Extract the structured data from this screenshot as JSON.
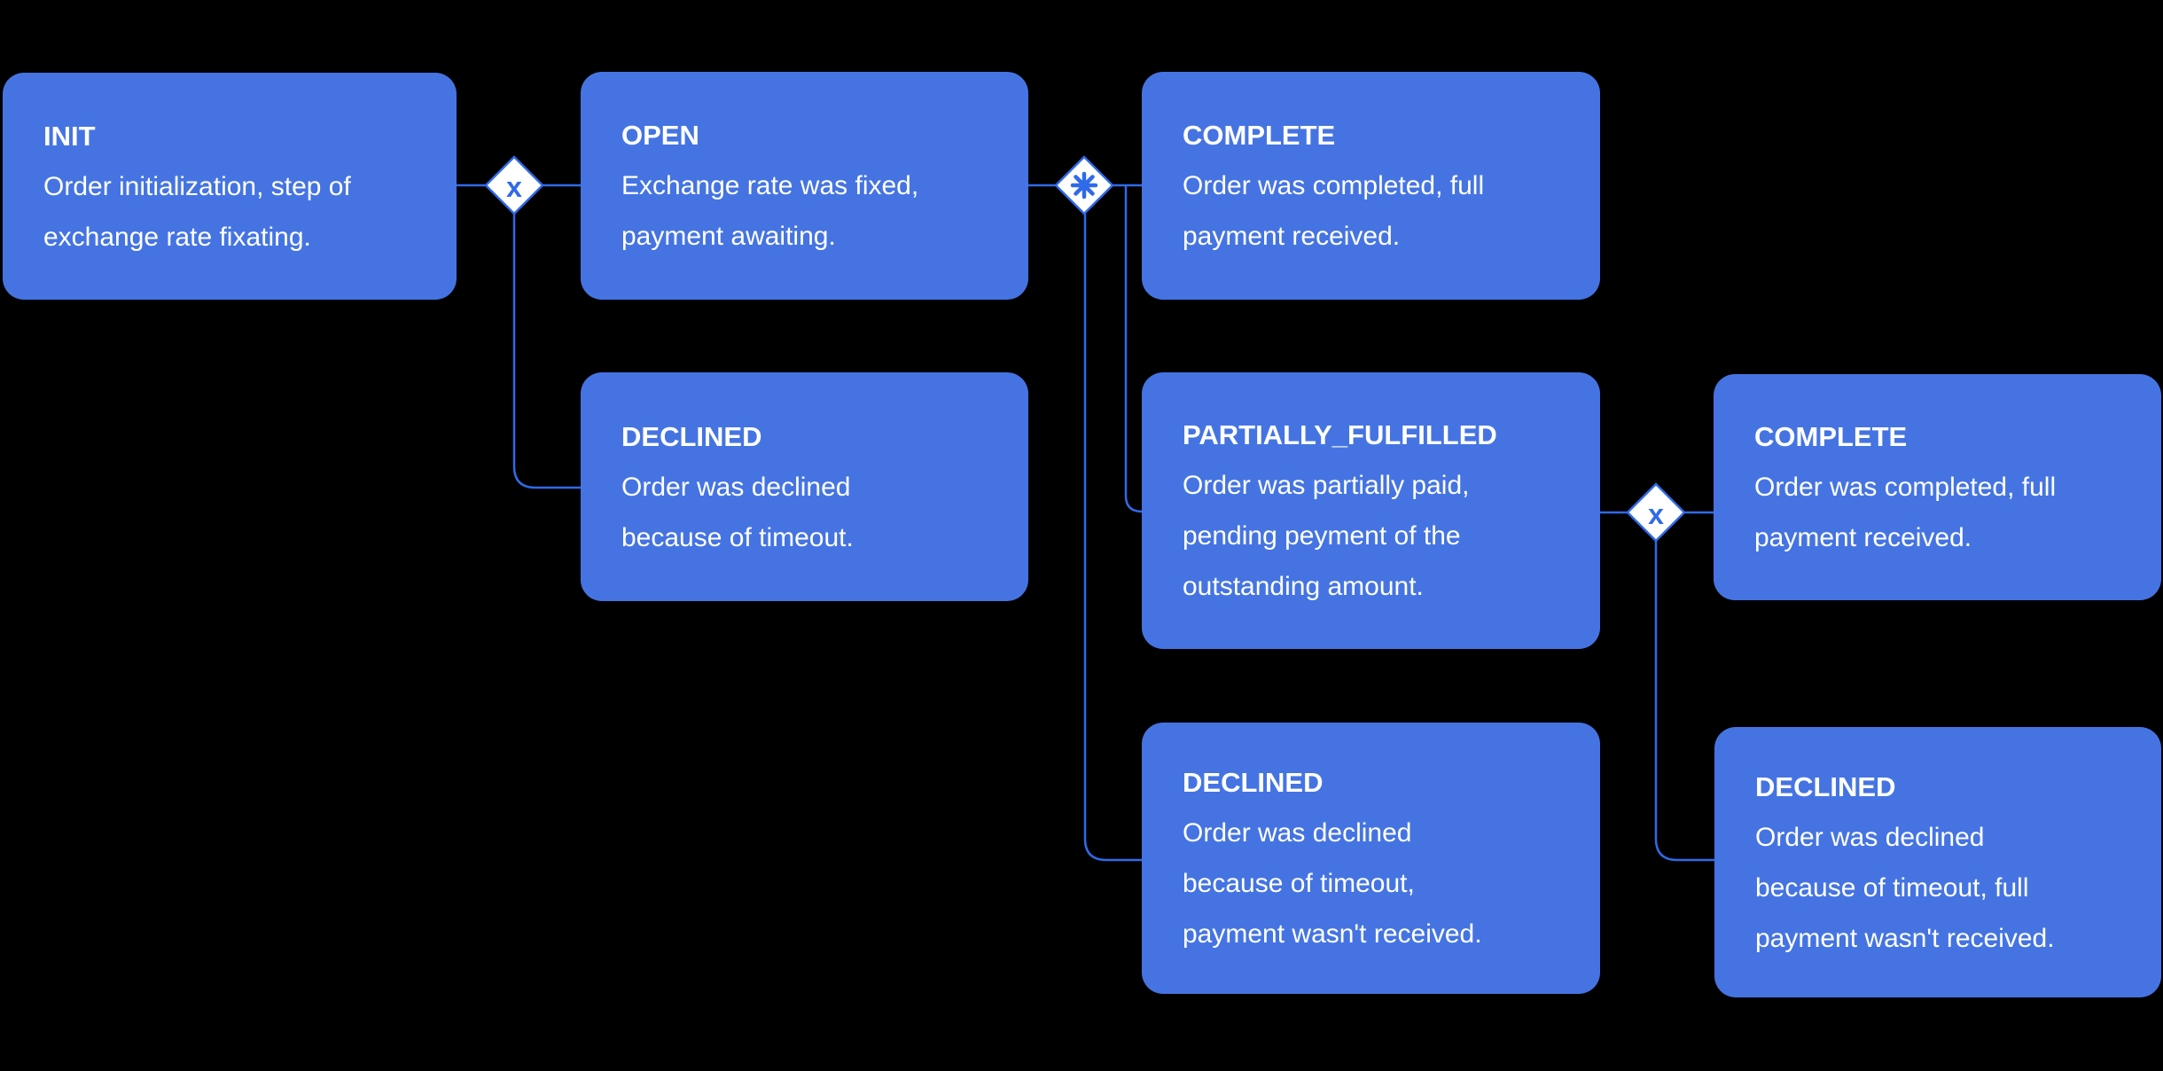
{
  "diagram": {
    "background_color": "#000000",
    "node_fill_color": "#4574E2",
    "line_color": "#2F6AE8",
    "text_color": "#FFFFFF",
    "nodes": [
      {
        "id": "init",
        "title": "INIT",
        "description": "Order initialization, step of\nexchange rate fixating."
      },
      {
        "id": "open",
        "title": "OPEN",
        "description": "Exchange rate was fixed,\npayment awaiting."
      },
      {
        "id": "declined-open",
        "title": "DECLINED",
        "description": "Order was declined\nbecause of timeout."
      },
      {
        "id": "complete-open",
        "title": "COMPLETE",
        "description": "Order was completed, full\npayment received."
      },
      {
        "id": "partially-fulfilled",
        "title": "PARTIALLY_FULFILLED",
        "description": "Order was partially paid,\npending peyment of the\noutstanding amount."
      },
      {
        "id": "declined-timeout",
        "title": "DECLINED",
        "description": "Order was declined\nbecause of timeout,\npayment wasn't received."
      },
      {
        "id": "complete-partial",
        "title": "COMPLETE",
        "description": "Order was completed, full\npayment received."
      },
      {
        "id": "declined-partial",
        "title": "DECLINED",
        "description": "Order was declined\nbecause of timeout, full\npayment wasn't received."
      }
    ],
    "gateways": [
      {
        "id": "gateway-after-init",
        "type": "exclusive",
        "glyph": "x"
      },
      {
        "id": "gateway-after-open",
        "type": "complex",
        "glyph": "✳"
      },
      {
        "id": "gateway-after-partially-fulfilled",
        "type": "exclusive",
        "glyph": "x"
      }
    ]
  }
}
